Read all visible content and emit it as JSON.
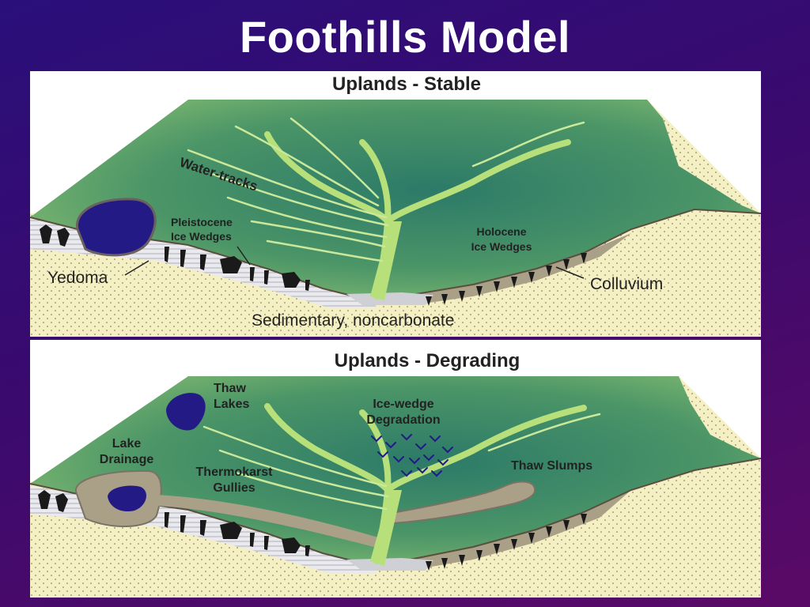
{
  "slide": {
    "title": "Foothills Model"
  },
  "panels": {
    "stable": {
      "title": "Uplands - Stable",
      "labels": {
        "water_tracks": "Water-tracks",
        "pleistocene_1": "Pleistocene",
        "pleistocene_2": "Ice Wedges",
        "holocene_1": "Holocene",
        "holocene_2": "Ice Wedges",
        "yedoma": "Yedoma",
        "colluvium": "Colluvium",
        "sedimentary": "Sedimentary, noncarbonate"
      }
    },
    "degrading": {
      "title": "Uplands - Degrading",
      "labels": {
        "thaw_lakes_1": "Thaw",
        "thaw_lakes_2": "Lakes",
        "ice_wedge_1": "Ice-wedge",
        "ice_wedge_2": "Degradation",
        "lake_drainage_1": "Lake",
        "lake_drainage_2": "Drainage",
        "thermokarst_1": "Thermokarst",
        "thermokarst_2": "Gullies",
        "thaw_slumps": "Thaw Slumps"
      }
    }
  },
  "colors": {
    "background": "#3a0a6e",
    "surface_green": "#5fa468",
    "surface_dark": "#2f7a66",
    "channel": "#b8e07a",
    "sand": "#f5efc4",
    "lake": "#231a86",
    "colluvium": "#a9a087",
    "ice_wedge": "#1a1a1a"
  }
}
